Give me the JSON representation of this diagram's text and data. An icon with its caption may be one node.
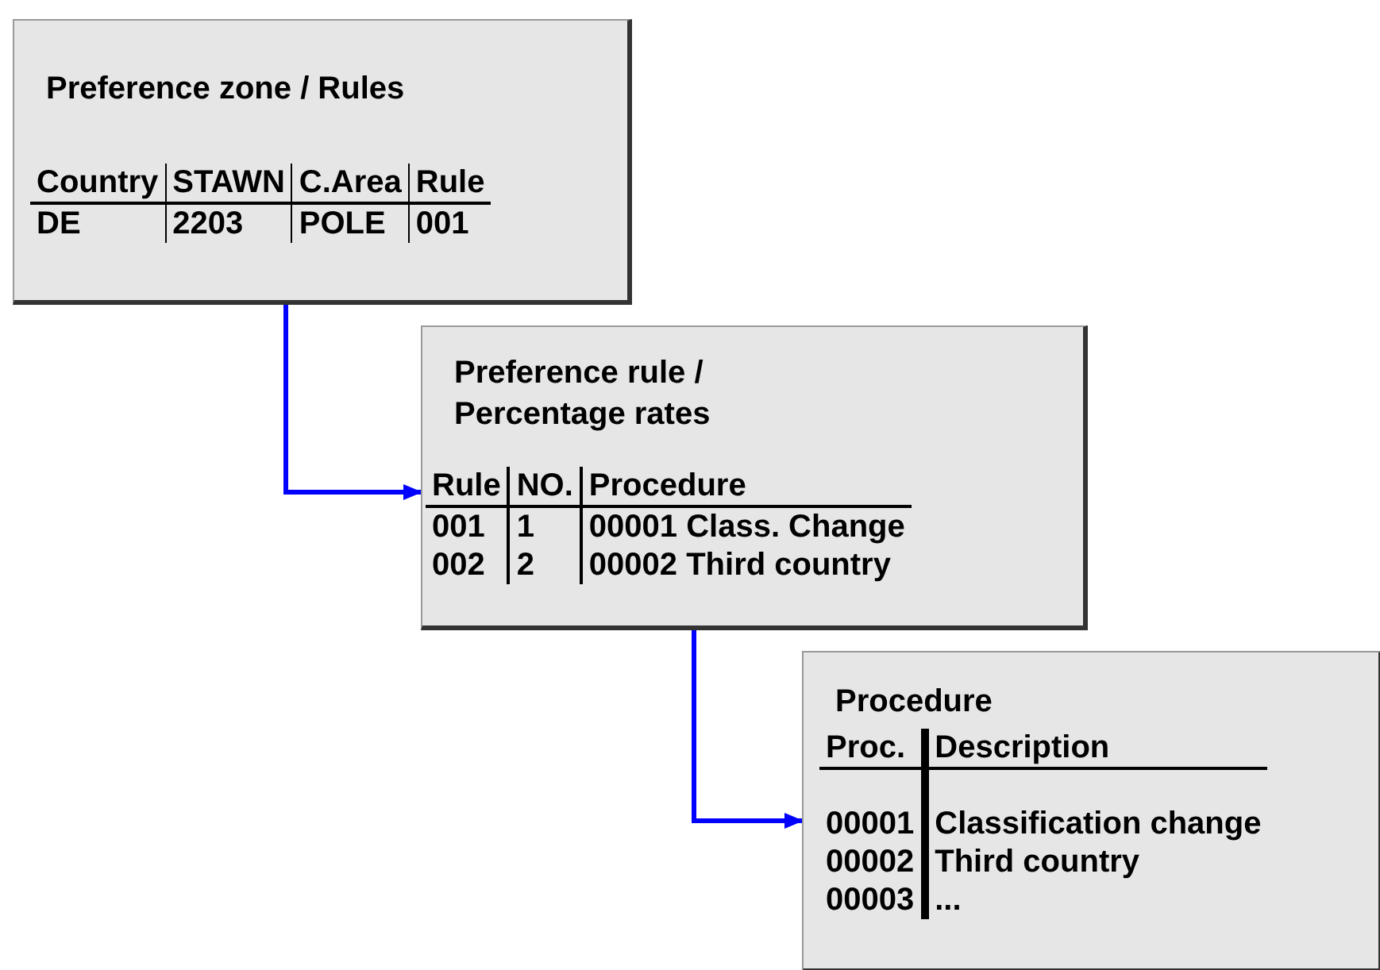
{
  "diagram": {
    "nodes": [
      {
        "text": [
          "Preference zone / Rules",
          "Country",
          "STAWN",
          "C.Area",
          "Rule",
          "DE",
          "2203",
          "POLE",
          "001"
        ]
      },
      {
        "text": [
          "Preference rule / Percentage rates",
          "Rule",
          "NO.",
          "Procedure",
          "001",
          "1",
          "00001 Class. Change",
          "002",
          "2",
          "00002 Third country"
        ]
      },
      {
        "text": [
          "Procedure",
          "Proc.",
          "Description",
          "00001",
          "Classification change",
          "00002",
          "Third country",
          "00003",
          "..."
        ]
      }
    ],
    "edges": [
      {
        "from": 0,
        "to": 1,
        "arrow": "to"
      },
      {
        "from": 1,
        "to": 2,
        "arrow": "to"
      }
    ]
  }
}
